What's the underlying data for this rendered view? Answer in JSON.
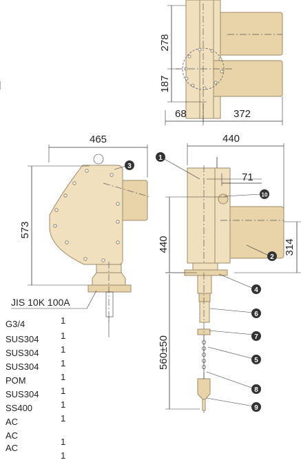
{
  "dimensions": {
    "top_278": "278",
    "top_187": "187",
    "top_68": "68",
    "top_372": "372",
    "left_465": "465",
    "left_573": "573",
    "right_440_width": "440",
    "right_71": "71",
    "right_440_height": "440",
    "right_314": "314",
    "right_560": "560±50"
  },
  "flange_label": "JIS 10K 100A",
  "parts": [
    {
      "material": "G3/4",
      "qty": "1"
    },
    {
      "material": "SUS304",
      "qty": "1"
    },
    {
      "material": "SUS304",
      "qty": "1"
    },
    {
      "material": "SUS304",
      "qty": "1"
    },
    {
      "material": "POM",
      "qty": "1"
    },
    {
      "material": "SUS304",
      "qty": "1"
    },
    {
      "material": "SS400",
      "qty": "1"
    },
    {
      "material": "AC",
      "qty": "1"
    },
    {
      "material": "AC",
      "qty": ""
    },
    {
      "material": "AC",
      "qty": "1"
    },
    {
      "material": "",
      "qty": "1"
    }
  ],
  "callouts": [
    "1",
    "2",
    "3",
    "4",
    "5",
    "6",
    "7",
    "8",
    "9",
    "10"
  ],
  "colors": {
    "body": "#f1e0be",
    "badge": "#333333"
  }
}
